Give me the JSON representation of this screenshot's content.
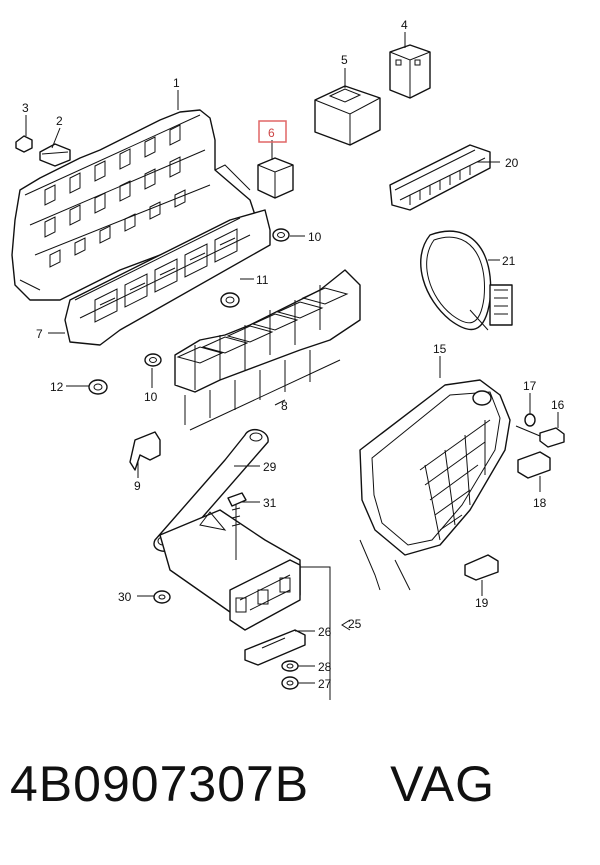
{
  "callouts": {
    "c1": "1",
    "c2": "2",
    "c3": "3",
    "c4": "4",
    "c5": "5",
    "c6": "6",
    "c7": "7",
    "c8": "8",
    "c9": "9",
    "c10a": "10",
    "c10b": "10",
    "c11": "11",
    "c12": "12",
    "c15": "15",
    "c16": "16",
    "c17": "17",
    "c18": "18",
    "c19": "19",
    "c20": "20",
    "c21": "21",
    "c25": "25",
    "c26": "26",
    "c27": "27",
    "c28": "28",
    "c29": "29",
    "c30": "30",
    "c31": "31"
  },
  "highlight": {
    "callout": "6",
    "color": "#e06666"
  },
  "footer": {
    "part_number": "4B0907307B",
    "brand": "VAG"
  }
}
